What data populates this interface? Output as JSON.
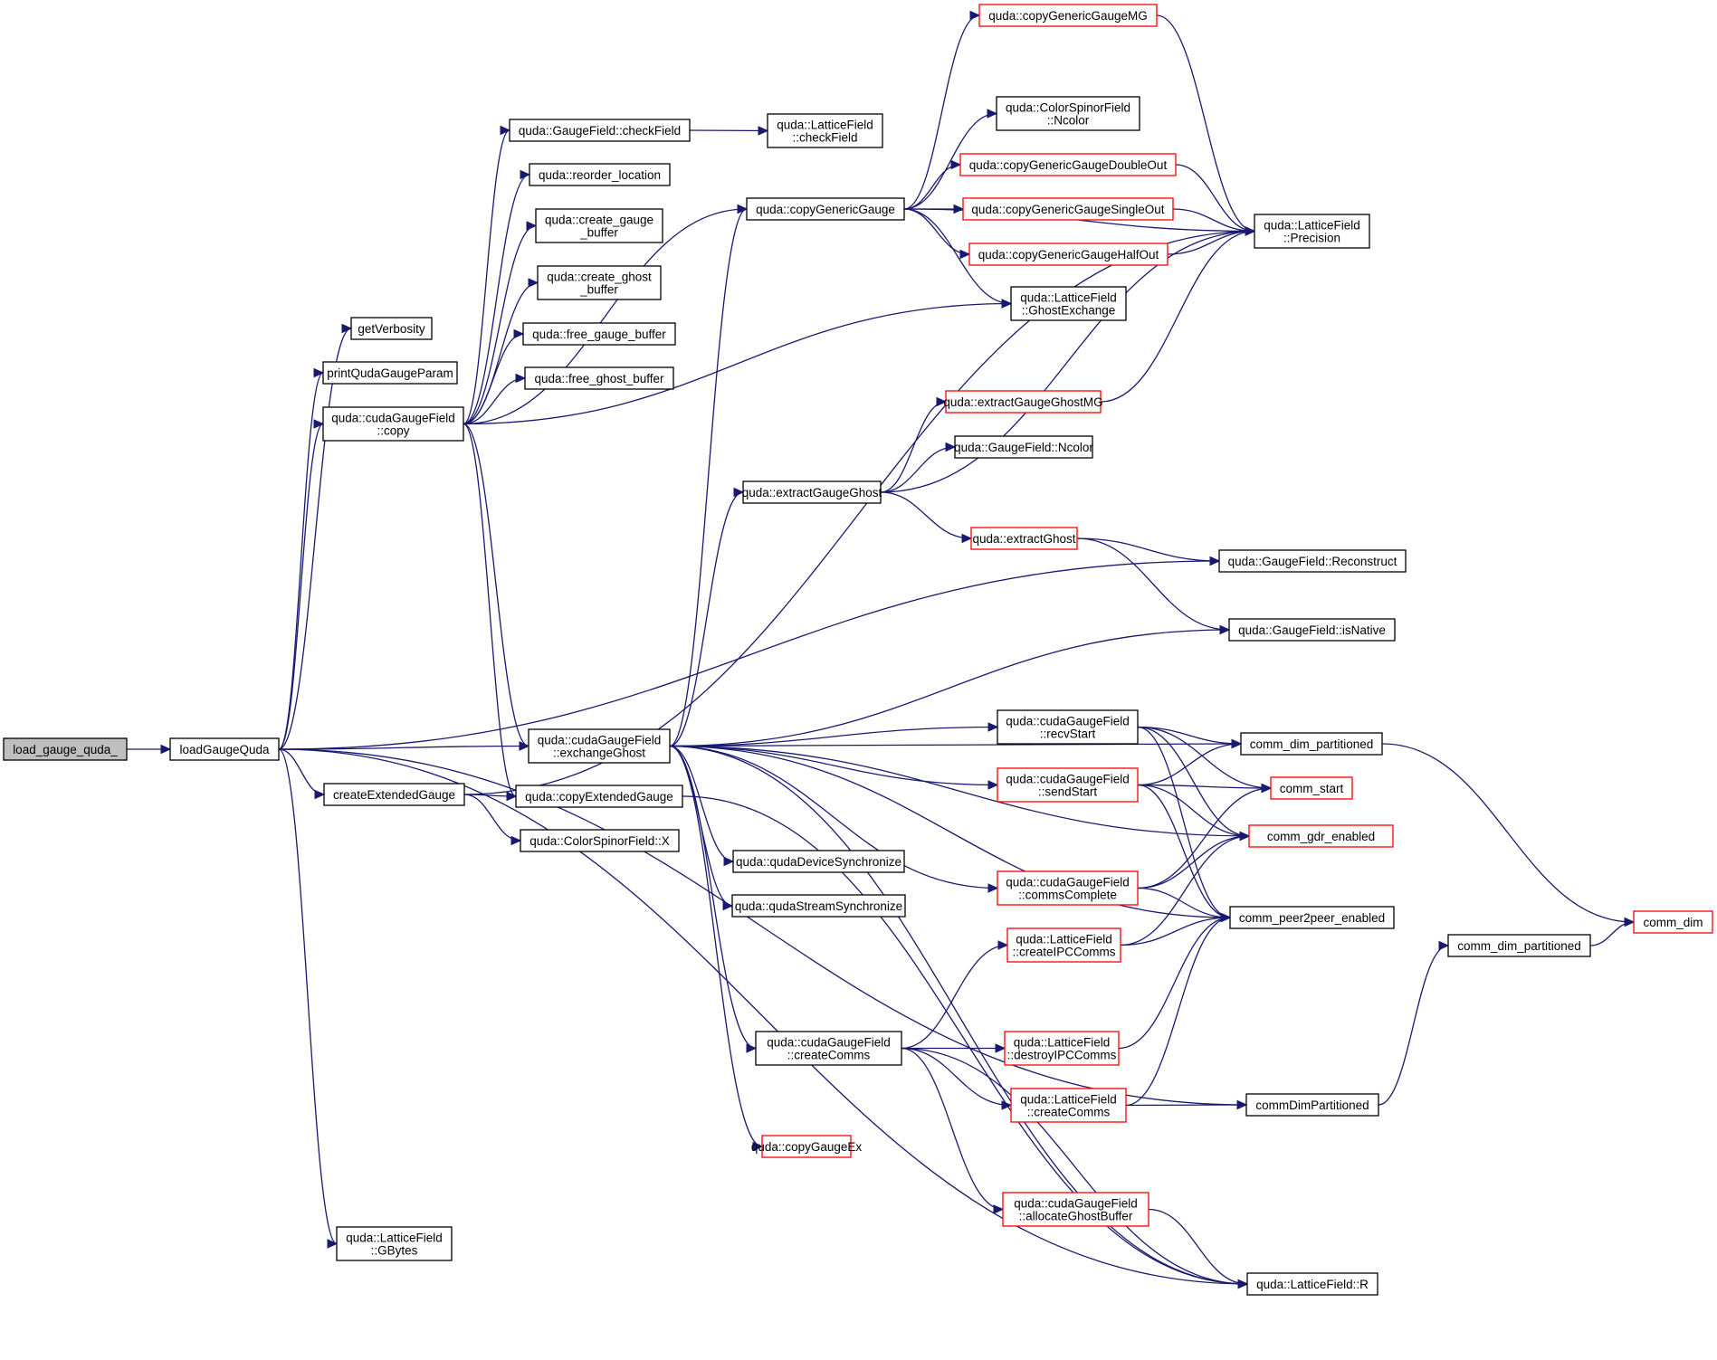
{
  "diagram": {
    "type": "call-graph",
    "colors": {
      "edge": "#191970",
      "root_fill": "#bfbfbf",
      "normal_border": "#000000",
      "truncated_border": "#ff0000"
    },
    "nodes": [
      {
        "id": "load_gauge_quda_",
        "lines": [
          "load_gauge_quda_"
        ],
        "style": "root"
      },
      {
        "id": "loadGaugeQuda",
        "lines": [
          "loadGaugeQuda"
        ],
        "style": "normal"
      },
      {
        "id": "getVerbosity",
        "lines": [
          "getVerbosity"
        ],
        "style": "normal"
      },
      {
        "id": "printQudaGaugeParam",
        "lines": [
          "printQudaGaugeParam"
        ],
        "style": "normal"
      },
      {
        "id": "cudaGaugeField_copy",
        "lines": [
          "quda::cudaGaugeField",
          "::copy"
        ],
        "style": "normal"
      },
      {
        "id": "createExtendedGauge",
        "lines": [
          "createExtendedGauge"
        ],
        "style": "normal"
      },
      {
        "id": "LatticeField_GBytes",
        "lines": [
          "quda::LatticeField",
          "::GBytes"
        ],
        "style": "normal"
      },
      {
        "id": "GaugeField_checkField",
        "lines": [
          "quda::GaugeField::checkField"
        ],
        "style": "normal"
      },
      {
        "id": "reorder_location",
        "lines": [
          "quda::reorder_location"
        ],
        "style": "normal"
      },
      {
        "id": "create_gauge_buffer",
        "lines": [
          "quda::create_gauge",
          "_buffer"
        ],
        "style": "normal"
      },
      {
        "id": "create_ghost_buffer",
        "lines": [
          "quda::create_ghost",
          "_buffer"
        ],
        "style": "normal"
      },
      {
        "id": "free_gauge_buffer",
        "lines": [
          "quda::free_gauge_buffer"
        ],
        "style": "normal"
      },
      {
        "id": "free_ghost_buffer",
        "lines": [
          "quda::free_ghost_buffer"
        ],
        "style": "normal"
      },
      {
        "id": "exchangeGhost",
        "lines": [
          "quda::cudaGaugeField",
          "::exchangeGhost"
        ],
        "style": "normal"
      },
      {
        "id": "copyExtendedGauge",
        "lines": [
          "quda::copyExtendedGauge"
        ],
        "style": "normal"
      },
      {
        "id": "ColorSpinorField_X",
        "lines": [
          "quda::ColorSpinorField::X"
        ],
        "style": "normal"
      },
      {
        "id": "LatticeField_checkField",
        "lines": [
          "quda::LatticeField",
          "::checkField"
        ],
        "style": "normal"
      },
      {
        "id": "copyGenericGauge",
        "lines": [
          "quda::copyGenericGauge"
        ],
        "style": "normal"
      },
      {
        "id": "extractGaugeGhost",
        "lines": [
          "quda::extractGaugeGhost"
        ],
        "style": "normal"
      },
      {
        "id": "qudaDeviceSynchronize",
        "lines": [
          "quda::qudaDeviceSynchronize"
        ],
        "style": "normal"
      },
      {
        "id": "qudaStreamSynchronize",
        "lines": [
          "quda::qudaStreamSynchronize"
        ],
        "style": "normal"
      },
      {
        "id": "cudaGaugeField_createComms",
        "lines": [
          "quda::cudaGaugeField",
          "::createComms"
        ],
        "style": "normal"
      },
      {
        "id": "copyGaugeEx",
        "lines": [
          "quda::copyGaugeEx"
        ],
        "style": "truncated"
      },
      {
        "id": "copyGenericGaugeMG",
        "lines": [
          "quda::copyGenericGaugeMG"
        ],
        "style": "truncated"
      },
      {
        "id": "ColorSpinorField_Ncolor",
        "lines": [
          "quda::ColorSpinorField",
          "::Ncolor"
        ],
        "style": "normal"
      },
      {
        "id": "copyGenericGaugeDoubleOut",
        "lines": [
          "quda::copyGenericGaugeDoubleOut"
        ],
        "style": "truncated"
      },
      {
        "id": "copyGenericGaugeSingleOut",
        "lines": [
          "quda::copyGenericGaugeSingleOut"
        ],
        "style": "truncated"
      },
      {
        "id": "copyGenericGaugeHalfOut",
        "lines": [
          "quda::copyGenericGaugeHalfOut"
        ],
        "style": "truncated"
      },
      {
        "id": "LatticeField_GhostExchange",
        "lines": [
          "quda::LatticeField",
          "::GhostExchange"
        ],
        "style": "normal"
      },
      {
        "id": "extractGaugeGhostMG",
        "lines": [
          "quda::extractGaugeGhostMG"
        ],
        "style": "truncated"
      },
      {
        "id": "GaugeField_Ncolor",
        "lines": [
          "quda::GaugeField::Ncolor"
        ],
        "style": "normal"
      },
      {
        "id": "extractGhost",
        "lines": [
          "quda::extractGhost"
        ],
        "style": "truncated"
      },
      {
        "id": "recvStart",
        "lines": [
          "quda::cudaGaugeField",
          "::recvStart"
        ],
        "style": "normal"
      },
      {
        "id": "sendStart",
        "lines": [
          "quda::cudaGaugeField",
          "::sendStart"
        ],
        "style": "truncated"
      },
      {
        "id": "commsComplete",
        "lines": [
          "quda::cudaGaugeField",
          "::commsComplete"
        ],
        "style": "truncated"
      },
      {
        "id": "createIPCComms",
        "lines": [
          "quda::LatticeField",
          "::createIPCComms"
        ],
        "style": "truncated"
      },
      {
        "id": "destroyIPCComms",
        "lines": [
          "quda::LatticeField",
          "::destroyIPCComms"
        ],
        "style": "truncated"
      },
      {
        "id": "LatticeField_createComms",
        "lines": [
          "quda::LatticeField",
          "::createComms"
        ],
        "style": "truncated"
      },
      {
        "id": "allocateGhostBuffer",
        "lines": [
          "quda::cudaGaugeField",
          "::allocateGhostBuffer"
        ],
        "style": "truncated"
      },
      {
        "id": "LatticeField_Precision",
        "lines": [
          "quda::LatticeField",
          "::Precision"
        ],
        "style": "normal"
      },
      {
        "id": "GaugeField_Reconstruct",
        "lines": [
          "quda::GaugeField::Reconstruct"
        ],
        "style": "normal"
      },
      {
        "id": "GaugeField_isNative",
        "lines": [
          "quda::GaugeField::isNative"
        ],
        "style": "normal"
      },
      {
        "id": "comm_dim_partitioned",
        "lines": [
          "comm_dim_partitioned"
        ],
        "style": "normal"
      },
      {
        "id": "comm_start",
        "lines": [
          "comm_start"
        ],
        "style": "truncated"
      },
      {
        "id": "comm_gdr_enabled",
        "lines": [
          "comm_gdr_enabled"
        ],
        "style": "truncated"
      },
      {
        "id": "comm_peer2peer_enabled",
        "lines": [
          "comm_peer2peer_enabled"
        ],
        "style": "normal"
      },
      {
        "id": "commDimPartitioned",
        "lines": [
          "commDimPartitioned"
        ],
        "style": "normal"
      },
      {
        "id": "LatticeField_R",
        "lines": [
          "quda::LatticeField::R"
        ],
        "style": "normal"
      },
      {
        "id": "comm_dim_partitioned_2",
        "lines": [
          "comm_dim_partitioned"
        ],
        "style": "normal"
      },
      {
        "id": "comm_dim",
        "lines": [
          "comm_dim"
        ],
        "style": "truncated"
      }
    ],
    "edges": [
      [
        "load_gauge_quda_",
        "loadGaugeQuda"
      ],
      [
        "loadGaugeQuda",
        "getVerbosity"
      ],
      [
        "loadGaugeQuda",
        "printQudaGaugeParam"
      ],
      [
        "loadGaugeQuda",
        "cudaGaugeField_copy"
      ],
      [
        "loadGaugeQuda",
        "exchangeGhost"
      ],
      [
        "loadGaugeQuda",
        "createExtendedGauge"
      ],
      [
        "loadGaugeQuda",
        "LatticeField_GBytes"
      ],
      [
        "loadGaugeQuda",
        "GaugeField_Reconstruct"
      ],
      [
        "loadGaugeQuda",
        "commDimPartitioned"
      ],
      [
        "loadGaugeQuda",
        "LatticeField_R"
      ],
      [
        "cudaGaugeField_copy",
        "GaugeField_checkField"
      ],
      [
        "cudaGaugeField_copy",
        "reorder_location"
      ],
      [
        "cudaGaugeField_copy",
        "create_gauge_buffer"
      ],
      [
        "cudaGaugeField_copy",
        "create_ghost_buffer"
      ],
      [
        "cudaGaugeField_copy",
        "free_gauge_buffer"
      ],
      [
        "cudaGaugeField_copy",
        "free_ghost_buffer"
      ],
      [
        "cudaGaugeField_copy",
        "copyGenericGauge"
      ],
      [
        "cudaGaugeField_copy",
        "LatticeField_GhostExchange"
      ],
      [
        "cudaGaugeField_copy",
        "exchangeGhost"
      ],
      [
        "cudaGaugeField_copy",
        "copyExtendedGauge"
      ],
      [
        "GaugeField_checkField",
        "LatticeField_checkField"
      ],
      [
        "createExtendedGauge",
        "copyExtendedGauge"
      ],
      [
        "createExtendedGauge",
        "ColorSpinorField_X"
      ],
      [
        "createExtendedGauge",
        "LatticeField_Precision"
      ],
      [
        "exchangeGhost",
        "copyGenericGauge"
      ],
      [
        "exchangeGhost",
        "extractGaugeGhost"
      ],
      [
        "exchangeGhost",
        "GaugeField_isNative"
      ],
      [
        "exchangeGhost",
        "comm_dim_partitioned"
      ],
      [
        "exchangeGhost",
        "recvStart"
      ],
      [
        "exchangeGhost",
        "sendStart"
      ],
      [
        "exchangeGhost",
        "comm_gdr_enabled"
      ],
      [
        "exchangeGhost",
        "qudaDeviceSynchronize"
      ],
      [
        "exchangeGhost",
        "qudaStreamSynchronize"
      ],
      [
        "exchangeGhost",
        "commsComplete"
      ],
      [
        "exchangeGhost",
        "comm_peer2peer_enabled"
      ],
      [
        "exchangeGhost",
        "cudaGaugeField_createComms"
      ],
      [
        "exchangeGhost",
        "copyGaugeEx"
      ],
      [
        "exchangeGhost",
        "LatticeField_R"
      ],
      [
        "copyExtendedGauge",
        "LatticeField_R"
      ],
      [
        "copyGenericGauge",
        "copyGenericGaugeMG"
      ],
      [
        "copyGenericGauge",
        "LatticeField_Precision"
      ],
      [
        "copyGenericGauge",
        "ColorSpinorField_Ncolor"
      ],
      [
        "copyGenericGauge",
        "copyGenericGaugeDoubleOut"
      ],
      [
        "copyGenericGauge",
        "copyGenericGaugeSingleOut"
      ],
      [
        "copyGenericGauge",
        "copyGenericGaugeHalfOut"
      ],
      [
        "copyGenericGauge",
        "LatticeField_GhostExchange"
      ],
      [
        "copyGenericGaugeMG",
        "LatticeField_Precision"
      ],
      [
        "copyGenericGaugeDoubleOut",
        "LatticeField_Precision"
      ],
      [
        "copyGenericGaugeSingleOut",
        "LatticeField_Precision"
      ],
      [
        "copyGenericGaugeHalfOut",
        "LatticeField_Precision"
      ],
      [
        "extractGaugeGhost",
        "extractGaugeGhostMG"
      ],
      [
        "extractGaugeGhost",
        "GaugeField_Ncolor"
      ],
      [
        "extractGaugeGhost",
        "extractGhost"
      ],
      [
        "extractGaugeGhost",
        "LatticeField_Precision"
      ],
      [
        "extractGaugeGhostMG",
        "LatticeField_Precision"
      ],
      [
        "extractGhost",
        "GaugeField_Reconstruct"
      ],
      [
        "extractGhost",
        "GaugeField_isNative"
      ],
      [
        "recvStart",
        "comm_dim_partitioned"
      ],
      [
        "recvStart",
        "comm_start"
      ],
      [
        "recvStart",
        "comm_gdr_enabled"
      ],
      [
        "recvStart",
        "comm_peer2peer_enabled"
      ],
      [
        "sendStart",
        "comm_dim_partitioned"
      ],
      [
        "sendStart",
        "comm_start"
      ],
      [
        "sendStart",
        "comm_gdr_enabled"
      ],
      [
        "sendStart",
        "comm_peer2peer_enabled"
      ],
      [
        "commsComplete",
        "comm_start"
      ],
      [
        "commsComplete",
        "comm_gdr_enabled"
      ],
      [
        "commsComplete",
        "comm_peer2peer_enabled"
      ],
      [
        "createIPCComms",
        "comm_gdr_enabled"
      ],
      [
        "createIPCComms",
        "comm_peer2peer_enabled"
      ],
      [
        "cudaGaugeField_createComms",
        "createIPCComms"
      ],
      [
        "cudaGaugeField_createComms",
        "destroyIPCComms"
      ],
      [
        "cudaGaugeField_createComms",
        "LatticeField_createComms"
      ],
      [
        "cudaGaugeField_createComms",
        "allocateGhostBuffer"
      ],
      [
        "cudaGaugeField_createComms",
        "LatticeField_R"
      ],
      [
        "destroyIPCComms",
        "comm_peer2peer_enabled"
      ],
      [
        "LatticeField_createComms",
        "comm_peer2peer_enabled"
      ],
      [
        "LatticeField_createComms",
        "commDimPartitioned"
      ],
      [
        "allocateGhostBuffer",
        "LatticeField_R"
      ],
      [
        "comm_dim_partitioned",
        "comm_dim"
      ],
      [
        "commDimPartitioned",
        "comm_dim_partitioned_2"
      ],
      [
        "comm_dim_partitioned_2",
        "comm_dim"
      ]
    ]
  }
}
